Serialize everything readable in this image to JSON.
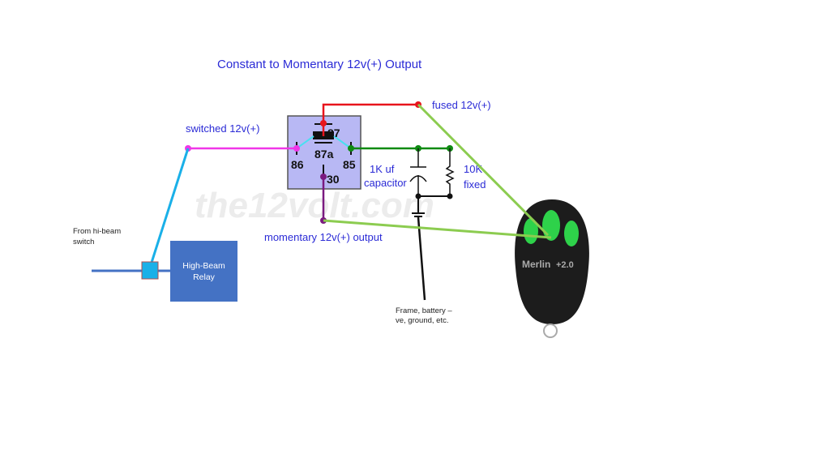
{
  "title": "Constant to Momentary 12v(+) Output",
  "watermark": "the12volt.com",
  "labels": {
    "switched": "switched 12v(+)",
    "fused": "fused 12v(+)",
    "momentary": "momentary 12v(+) output",
    "capacitor_1": "1K uf",
    "capacitor_2": "capacitor",
    "resistor_1": "10K",
    "resistor_2": "fixed",
    "from_switch_1": "From hi-beam",
    "from_switch_2": "switch",
    "ground_1": "Frame, battery –",
    "ground_2": "ve, ground, etc."
  },
  "relay": {
    "pin_87": "87",
    "pin_87a": "87a",
    "pin_86": "86",
    "pin_85": "85",
    "pin_30": "30"
  },
  "high_beam_relay": {
    "line1": "High-Beam",
    "line2": "Relay"
  },
  "remote": {
    "brand": "Merlin",
    "version": "+2.0"
  },
  "colors": {
    "fused": "#e8141c",
    "switched": "#f036e8",
    "trigger": "#0e8a12",
    "output": "#7a1a80",
    "link": "#8ccc50",
    "hibeam": "#1ab0e8",
    "relay_box": "#4472c4"
  }
}
